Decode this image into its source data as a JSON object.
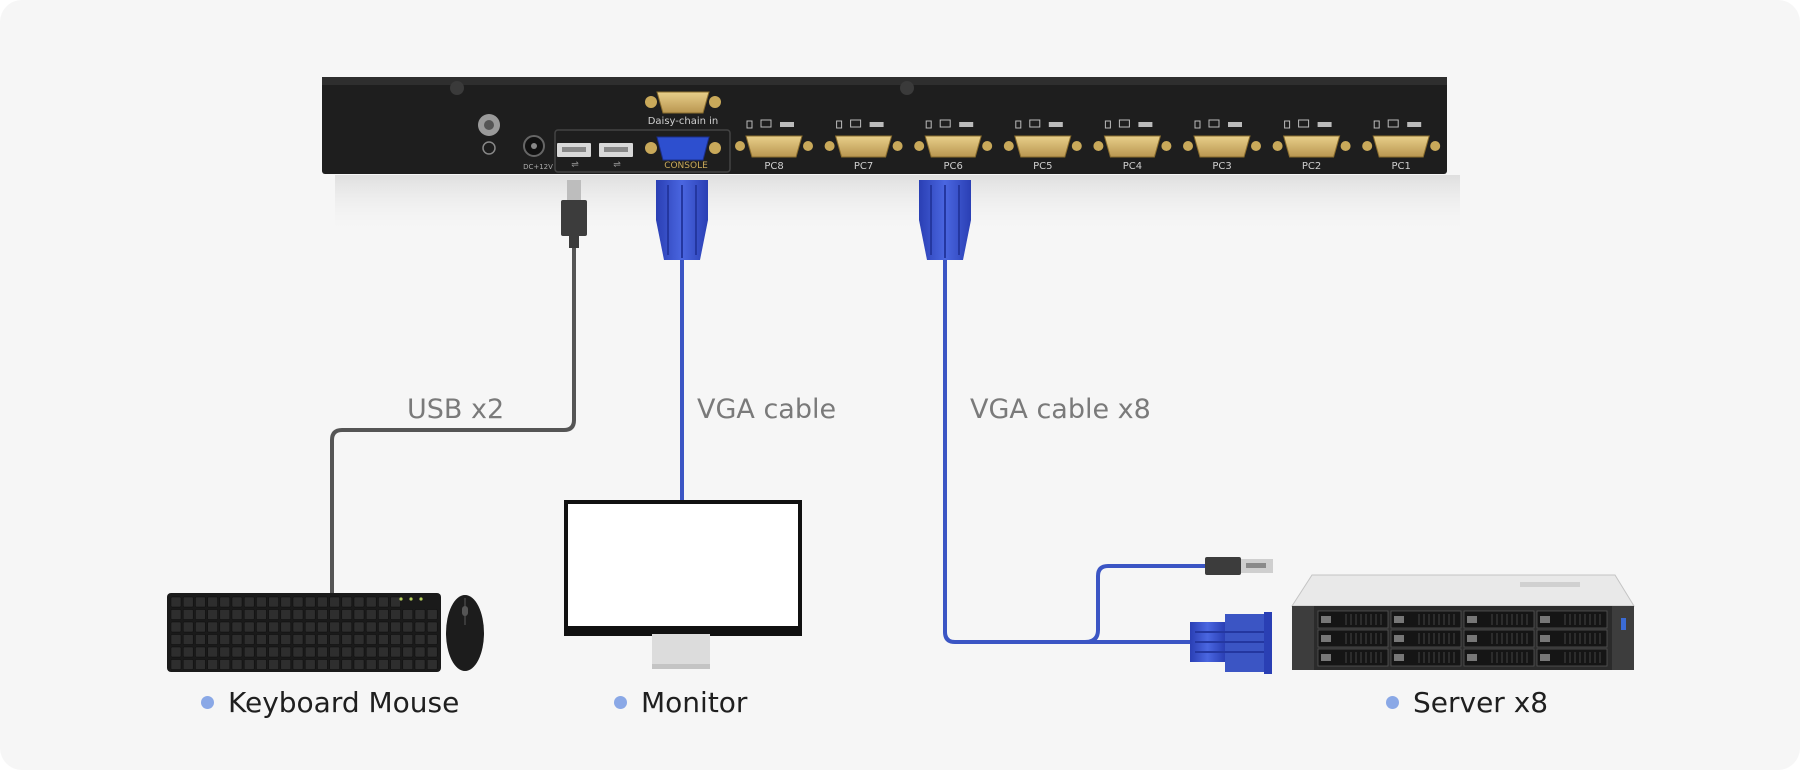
{
  "kvm": {
    "daisy_chain_label": "Daisy-chain in",
    "console_label": "CONSOLE",
    "power_label": "DC+12V",
    "ports": [
      "PC8",
      "PC7",
      "PC6",
      "PC5",
      "PC4",
      "PC3",
      "PC2",
      "PC1"
    ]
  },
  "cables": {
    "usb_label": "USB x2",
    "vga_label": "VGA cable",
    "vga_multi_label": "VGA cable x8"
  },
  "devices": {
    "keyboard_mouse": "Keyboard Mouse",
    "monitor": "Monitor",
    "server": "Server x8"
  },
  "colors": {
    "accent_dot": "#8aa8e6",
    "vga_blue": "#3b55c4",
    "cable_gray": "#555555",
    "background": "#f6f6f6"
  }
}
